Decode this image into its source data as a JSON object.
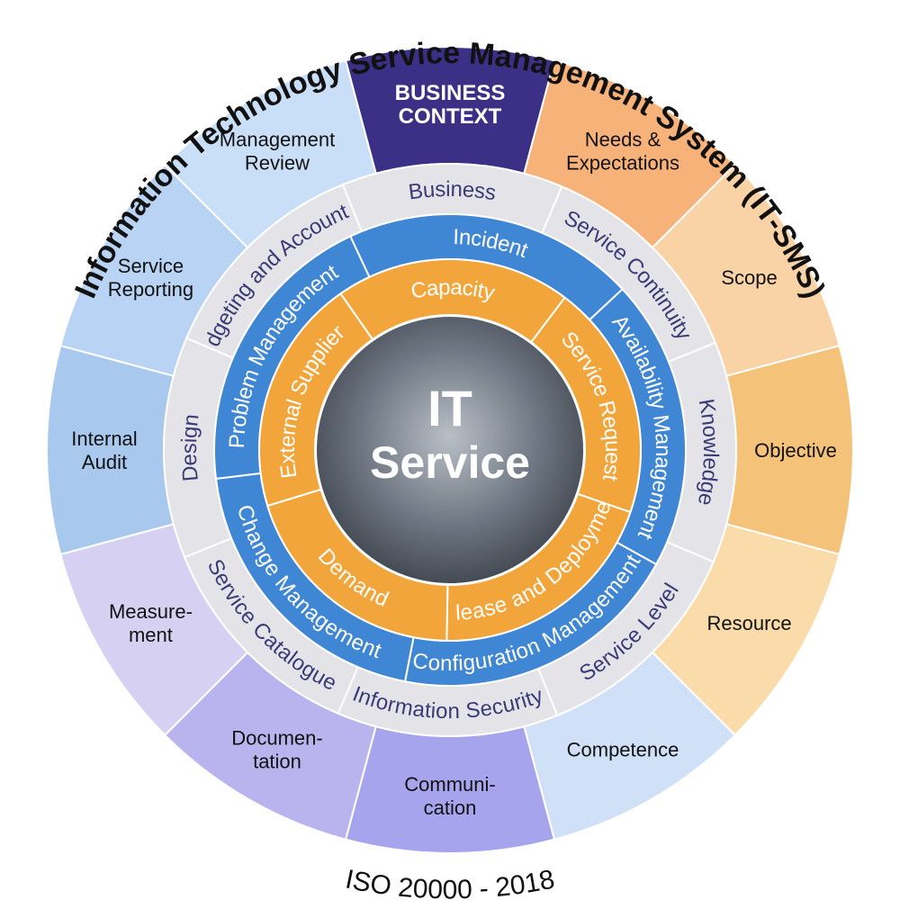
{
  "title_arc": "Information Technology Service Management System (IT-SMS)",
  "footer_arc": "ISO 20000 - 2018",
  "center": {
    "line1": "IT",
    "line2": "Service"
  },
  "outer_ring": [
    {
      "lines": [
        "BUSINESS",
        "CONTEXT"
      ],
      "color": "#3b2f86",
      "text_color": "#ffffff",
      "bold": true
    },
    {
      "lines": [
        "Needs &",
        "Expectations"
      ],
      "color": "#f7b27a",
      "text_color": "#111111"
    },
    {
      "lines": [
        "Scope"
      ],
      "color": "#f9d2a6",
      "text_color": "#111111"
    },
    {
      "lines": [
        "Objective"
      ],
      "color": "#f5c27a",
      "text_color": "#111111"
    },
    {
      "lines": [
        "Resource"
      ],
      "color": "#f9dcaa",
      "text_color": "#111111"
    },
    {
      "lines": [
        "Competence"
      ],
      "color": "#cfe0f7",
      "text_color": "#111111"
    },
    {
      "lines": [
        "Communi-",
        "cation"
      ],
      "color": "#a7a4ee",
      "text_color": "#111111"
    },
    {
      "lines": [
        "Documen-",
        "tation"
      ],
      "color": "#b9b4ee",
      "text_color": "#111111"
    },
    {
      "lines": [
        "Measure-",
        "ment"
      ],
      "color": "#d6d1f3",
      "text_color": "#111111"
    },
    {
      "lines": [
        "Internal",
        "Audit"
      ],
      "color": "#a8c8ee",
      "text_color": "#111111"
    },
    {
      "lines": [
        "Service",
        "Reporting"
      ],
      "color": "#b8d3f3",
      "text_color": "#111111"
    },
    {
      "lines": [
        "Management",
        "Review"
      ],
      "color": "#c9def7",
      "text_color": "#111111"
    }
  ],
  "gray_ring": [
    "Business",
    "Service Continuity",
    "Knowledge",
    "Service Level",
    "Information Security",
    "Service Catalogue",
    "Design",
    "Budgeting and Accounting"
  ],
  "blue_ring": [
    "Incident",
    "Availability Management",
    "Configuration Management",
    "Change Management",
    "Problem Management"
  ],
  "orange_ring": [
    "Capacity",
    "Service Request",
    "Release and Deployment",
    "Demand",
    "External Supplier"
  ],
  "colors": {
    "gray": "#e4e4e8",
    "gray_text": "#3b3a78",
    "blue": "#3f86d4",
    "orange": "#f2a53a",
    "center": "#4a4f58"
  }
}
